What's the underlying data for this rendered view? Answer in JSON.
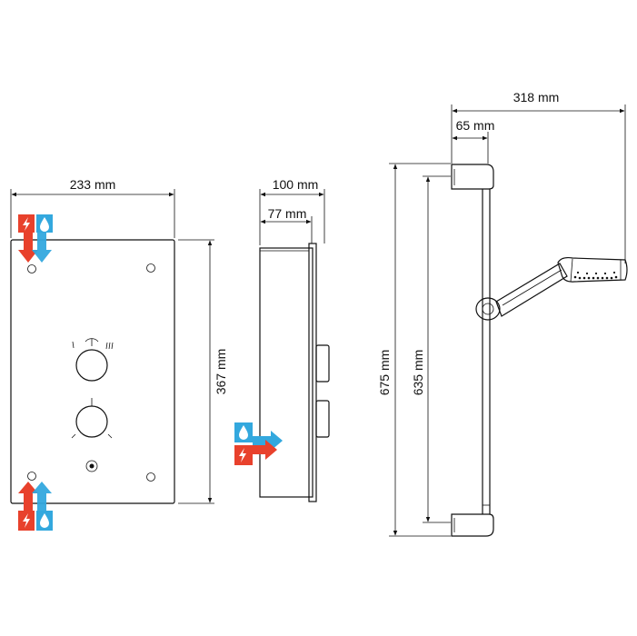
{
  "diagram": {
    "dimensions": {
      "front_width": "233 mm",
      "front_height": "367 mm",
      "side_depth_total": "100 mm",
      "side_depth_body": "77 mm",
      "rail_reach_total": "318 mm",
      "rail_offset": "65 mm",
      "rail_height_total": "675 mm",
      "rail_height_fixings": "635 mm"
    },
    "icons": {
      "power_icon": "lightning-bolt",
      "water_icon": "water-drop",
      "power_color": "#e8412c",
      "water_color": "#33a8de"
    }
  }
}
